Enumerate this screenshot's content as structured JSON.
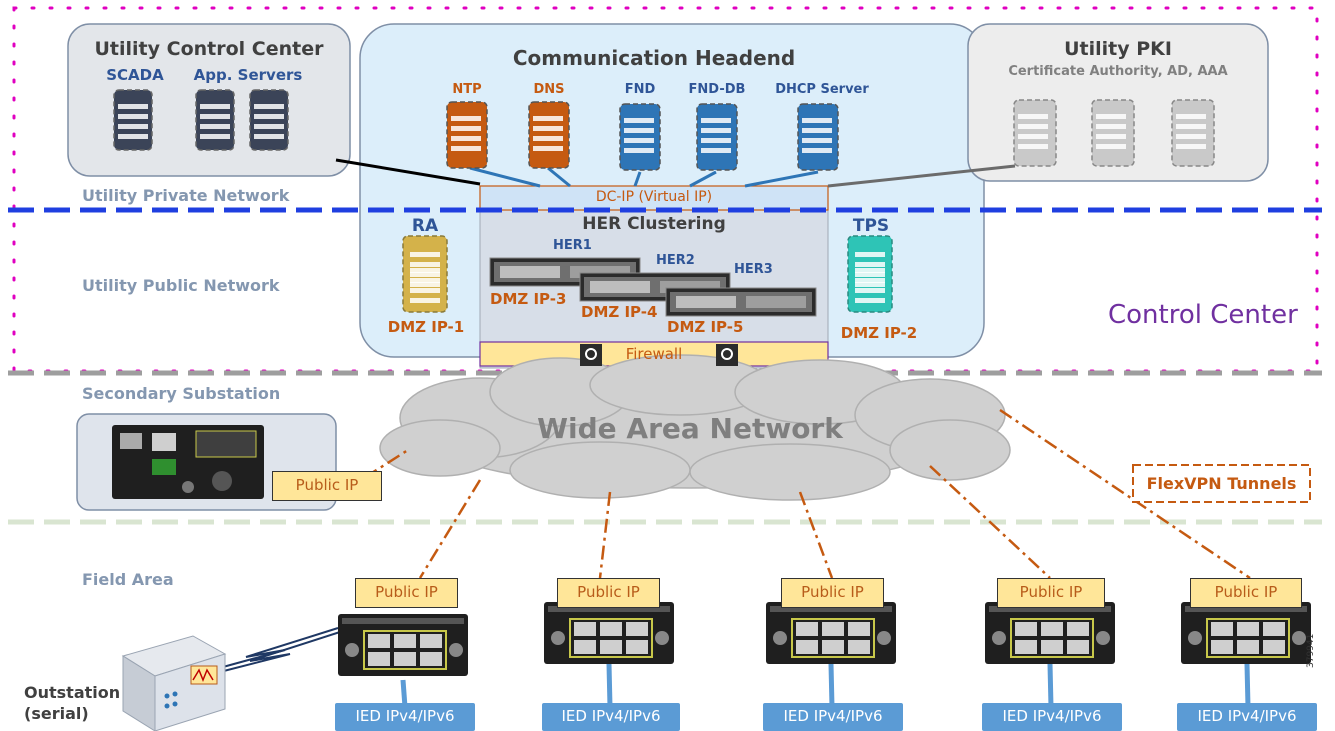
{
  "zones": {
    "private": "Utility Private Network",
    "public": "Utility Public Network",
    "secondary": "Secondary Substation",
    "field": "Field Area",
    "control_center": "Control Center"
  },
  "ucc": {
    "title": "Utility Control Center",
    "scada": "SCADA",
    "app_servers": "App. Servers"
  },
  "headend": {
    "title": "Communication Headend",
    "servers": [
      "NTP",
      "DNS",
      "FND",
      "FND-DB",
      "DHCP Server"
    ],
    "dc_ip": "DC-IP (Virtual IP)",
    "her_clustering": "HER Clustering",
    "her": [
      "HER1",
      "HER2",
      "HER3"
    ],
    "her_dmz": [
      "DMZ IP-3",
      "DMZ IP-4",
      "DMZ IP-5"
    ],
    "firewall": "Firewall",
    "ra": "RA",
    "ra_dmz": "DMZ IP-1",
    "tps": "TPS",
    "tps_dmz": "DMZ IP-2"
  },
  "pki": {
    "title": "Utility PKI",
    "subtitle": "Certificate Authority, AD, AAA"
  },
  "wan": "Wide Area Network",
  "flexvpn": "FlexVPN Tunnels",
  "public_ip": "Public IP",
  "ied": "IED IPv4/IPv6",
  "outstation": {
    "line1": "Outstation",
    "line2": "(serial)"
  },
  "figure_id": "379941",
  "colors": {
    "orange_srv": "#c55a11",
    "blue_srv": "#2e75b6",
    "dark_srv": "#3b4458",
    "gray_srv": "#bfbfbf",
    "ra": "#c9a227",
    "tps": "#2ec4b6",
    "tunnel": "#c55a11",
    "accent_purple": "#7030a0",
    "divider_blue": "#1f3fe0"
  }
}
